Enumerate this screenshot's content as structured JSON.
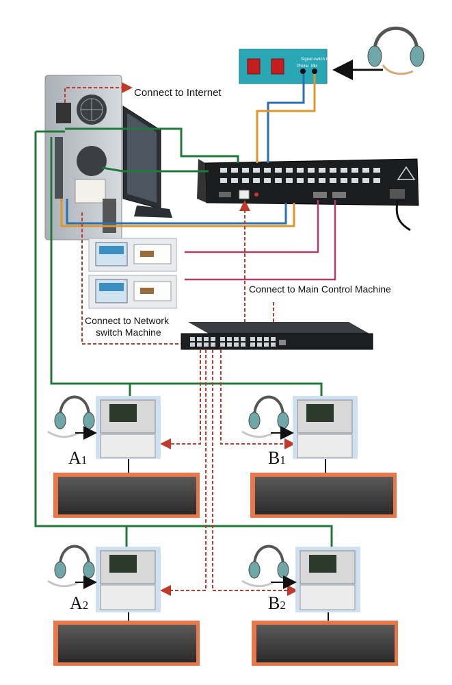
{
  "labels": {
    "internet": "Connect to Internet",
    "main_control": "Connect to Main Control Machine",
    "network_switch_line1": "Connect to Network",
    "network_switch_line2": "switch Machine"
  },
  "switch_board": {
    "title": "Signal switch board",
    "phone": "Phone",
    "mic": "Mic"
  },
  "stations": [
    {
      "letter": "A",
      "num": "1"
    },
    {
      "letter": "B",
      "num": "1"
    },
    {
      "letter": "A",
      "num": "2"
    },
    {
      "letter": "B",
      "num": "2"
    }
  ],
  "colors": {
    "green_cable": "#1f7a3a",
    "blue_cable": "#2a6fb0",
    "orange_cable": "#e0962a",
    "magenta_cable": "#b03a6a",
    "network_dashed": "#c0392b",
    "board_teal": "#2aa7b5"
  }
}
